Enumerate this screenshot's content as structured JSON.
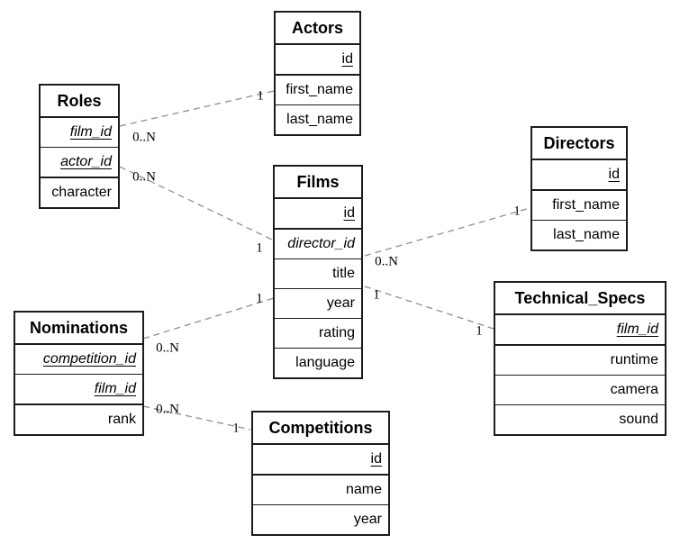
{
  "entities": {
    "actors": {
      "title": "Actors",
      "fields": [
        "id",
        "first_name",
        "last_name"
      ]
    },
    "roles": {
      "title": "Roles",
      "fields": [
        "film_id",
        "actor_id",
        "character"
      ]
    },
    "films": {
      "title": "Films",
      "fields": [
        "id",
        "director_id",
        "title",
        "year",
        "rating",
        "language"
      ]
    },
    "directors": {
      "title": "Directors",
      "fields": [
        "id",
        "first_name",
        "last_name"
      ]
    },
    "nominations": {
      "title": "Nominations",
      "fields": [
        "competition_id",
        "film_id",
        "rank"
      ]
    },
    "technical_specs": {
      "title": "Technical_Specs",
      "fields": [
        "film_id",
        "runtime",
        "camera",
        "sound"
      ]
    },
    "competitions": {
      "title": "Competitions",
      "fields": [
        "id",
        "name",
        "year"
      ]
    }
  },
  "relationships": [
    {
      "from": "Roles",
      "to": "Actors",
      "from_card": "0..N",
      "to_card": "1"
    },
    {
      "from": "Roles",
      "to": "Films",
      "from_card": "0..N",
      "to_card": "1"
    },
    {
      "from": "Films",
      "to": "Directors",
      "from_card": "0..N",
      "to_card": "1"
    },
    {
      "from": "Films",
      "to": "Technical_Specs",
      "from_card": "1",
      "to_card": "1"
    },
    {
      "from": "Nominations",
      "to": "Films",
      "from_card": "0..N",
      "to_card": "1"
    },
    {
      "from": "Nominations",
      "to": "Competitions",
      "from_card": "0..N",
      "to_card": "1"
    }
  ],
  "colors": {
    "background": "#ffffff",
    "box_border": "#1c1c1c",
    "text": "#000000",
    "relationship_line": "#8f8f8f"
  }
}
